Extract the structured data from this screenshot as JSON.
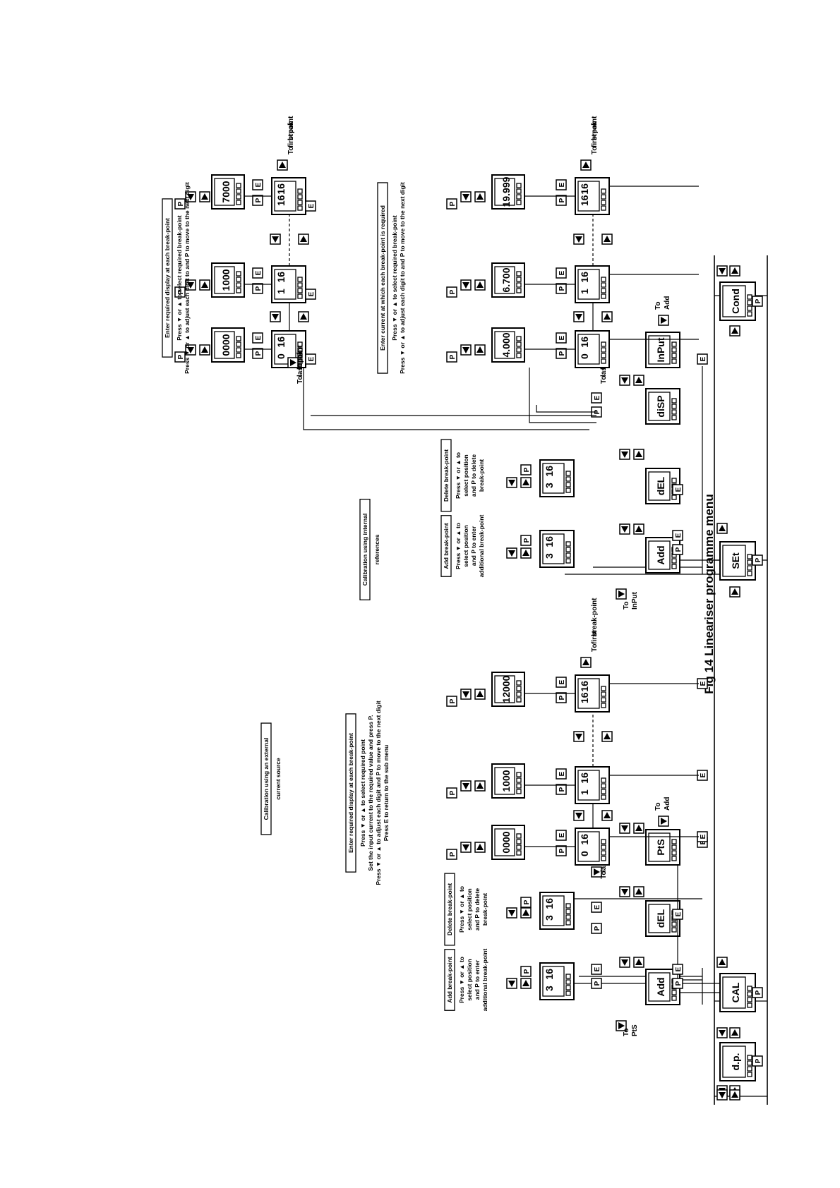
{
  "title": "Fig 14  Lineariser programme menu",
  "top_menu": {
    "dp": "d.p.",
    "cal": "CAL",
    "set": "SEt",
    "cond": "Cond"
  },
  "cal_sub": {
    "add": "Add",
    "del": "dEL",
    "pts": "PtS",
    "add_pos": [
      "3",
      "16"
    ],
    "del_pos": [
      "3",
      "16"
    ],
    "bp": [
      {
        "idx": [
          "0",
          "16"
        ],
        "val": "0000"
      },
      {
        "idx": [
          "1",
          "16"
        ],
        "val": "1000"
      },
      {
        "idx": [
          "16",
          "16"
        ],
        "val": "12000"
      }
    ]
  },
  "set_sub": {
    "add": "Add",
    "del": "dEL",
    "disp": "diSP",
    "input": "InPut",
    "add_pos": [
      "3",
      "16"
    ],
    "del_pos": [
      "3",
      "16"
    ],
    "input_bp": [
      {
        "idx": [
          "0",
          "16"
        ],
        "val": "4.000"
      },
      {
        "idx": [
          "1",
          "16"
        ],
        "val": "6.700"
      },
      {
        "idx": [
          "16",
          "16"
        ],
        "val": "19.999"
      }
    ],
    "disp_bp": [
      {
        "idx": [
          "0",
          "16"
        ],
        "val": "0000"
      },
      {
        "idx": [
          "1",
          "16"
        ],
        "val": "1000"
      },
      {
        "idx": [
          "16",
          "16"
        ],
        "val": "7000"
      }
    ]
  },
  "buttons": {
    "p": "P",
    "e": "E"
  },
  "nav": {
    "to_pts": [
      "To",
      "PtS"
    ],
    "to_add": [
      "To",
      "Add"
    ],
    "to_last": [
      "To",
      "last",
      "break",
      "point"
    ],
    "to_first": [
      "To",
      "first",
      "break-point"
    ],
    "to_first_b": [
      "To",
      "first",
      "break",
      "point"
    ],
    "to_input": [
      "To",
      "InPut"
    ]
  },
  "notes": {
    "add_bp": [
      "Add break-point",
      "Press ▼ or ▲ to",
      "select position",
      "and P to enter",
      "additional break-point"
    ],
    "del_bp": [
      "Delete break-point",
      "Press ▼ or ▲ to",
      "select position",
      "and P to delete",
      "break-point"
    ],
    "cal_enter": [
      "Enter required display at each break-point",
      "Press ▼ or ▲ to select required point",
      "Set the input current to  the required value and press P.",
      "Press ▼ or ▲ to adjust each digit  and P to move to the next digit",
      "Press E to return to the sub menu"
    ],
    "cal_ext": [
      "Calibration using an external",
      "current source"
    ],
    "set_int": [
      "Calibration using internal",
      "references"
    ],
    "set_cur": [
      "Enter current at which each break-point is required",
      "Press ▼ or ▲ to select required  break-point",
      "Press ▼ or  ▲ to  adjust each digit to and P to move to the next digit"
    ],
    "set_disp": [
      "Enter required display at each break-point",
      "Press ▼ or ▲ to select required  break-point",
      "Press ▼ or ▲ to adjust each digit to and P to move to the next digit"
    ]
  }
}
